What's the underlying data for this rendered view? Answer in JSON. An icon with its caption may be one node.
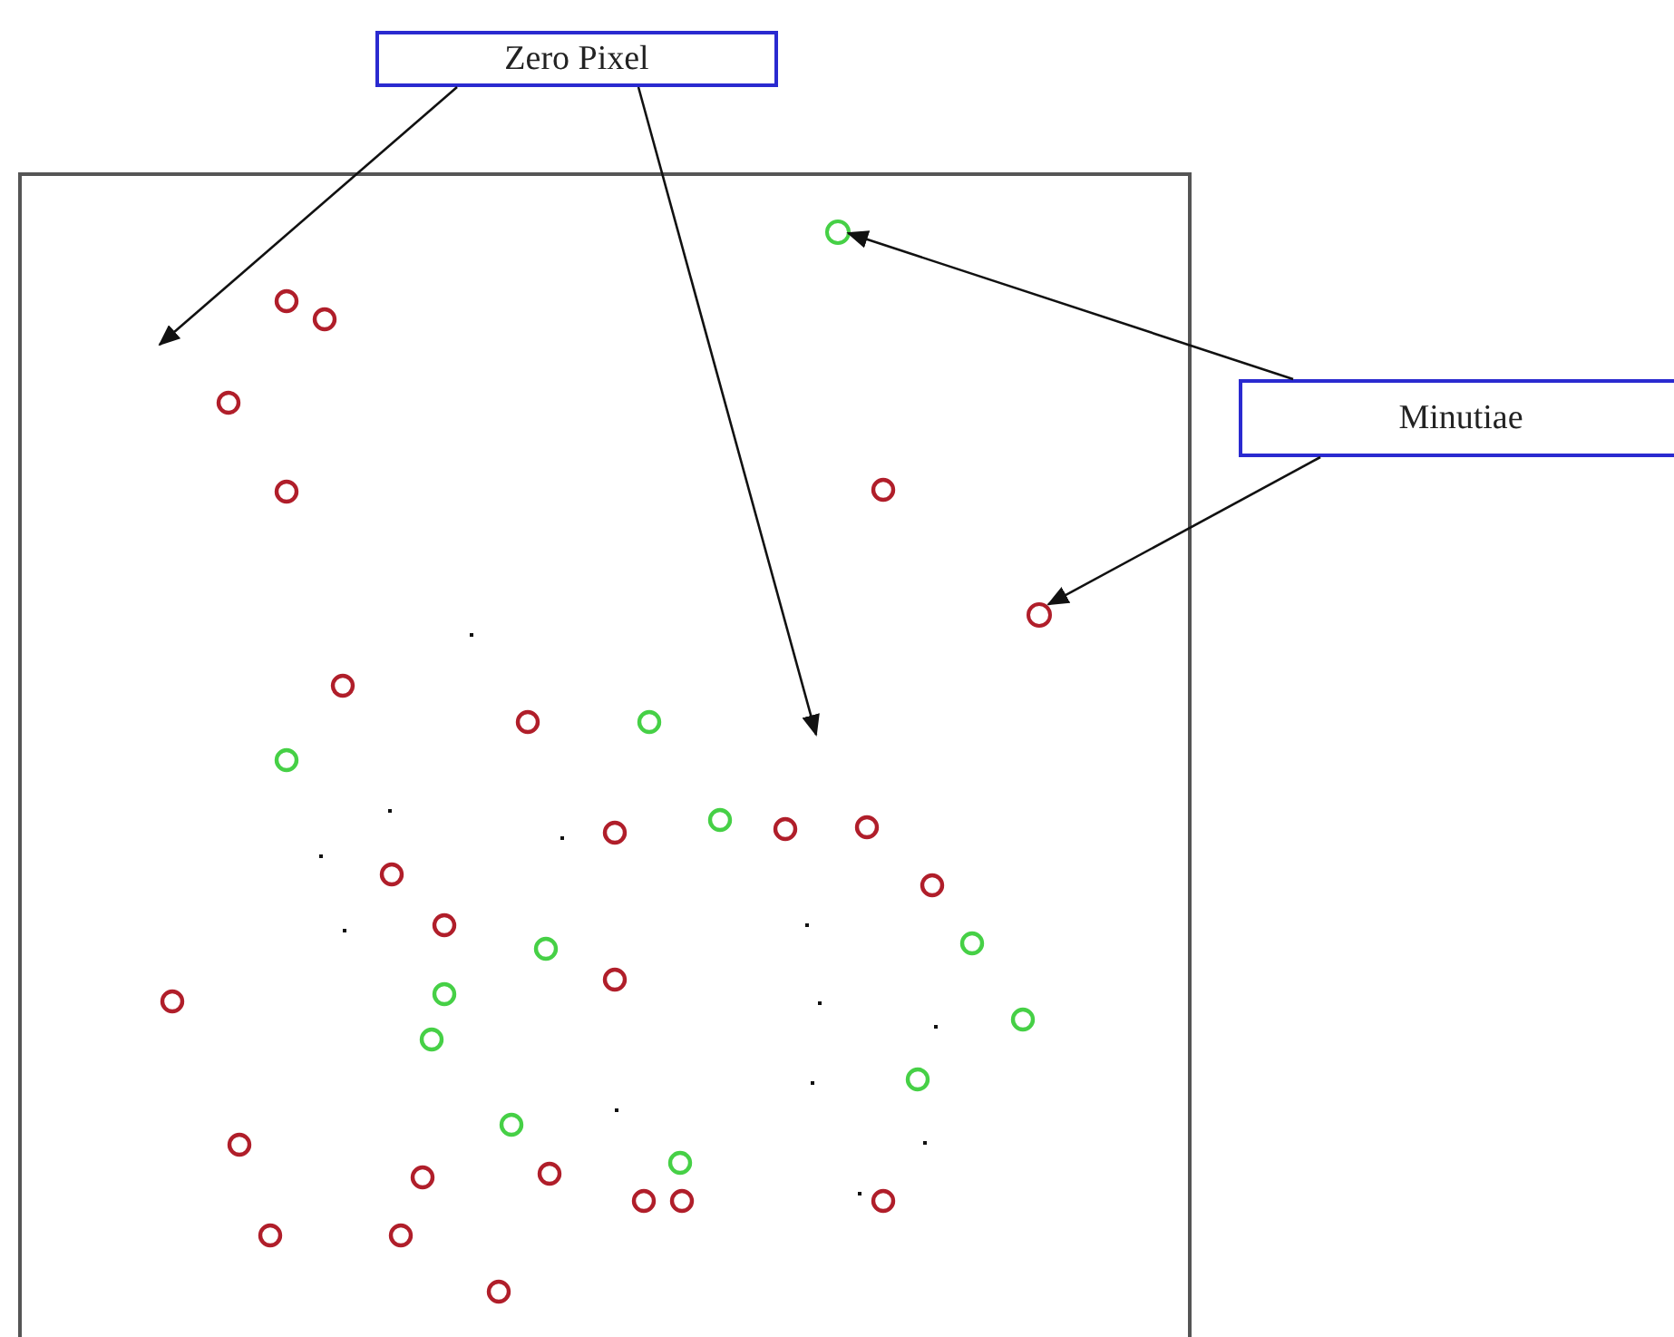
{
  "diagram": {
    "nodes": [
      {
        "text": [
          "Zero Pixel"
        ]
      },
      {
        "text": [
          "Minutiae"
        ]
      },
      {
        "text": [],
        "shape": "box"
      },
      {
        "text": [],
        "shape": "circle",
        "in": 2
      },
      {
        "text": [],
        "shape": "circle",
        "in": 2
      }
    ],
    "edges": [
      {
        "from": 0,
        "to": null,
        "arrow": "to"
      },
      {
        "from": 0,
        "to": null,
        "arrow": "to"
      },
      {
        "from": 1,
        "to": 3,
        "arrow": "to"
      },
      {
        "from": 1,
        "to": 4,
        "arrow": "to"
      }
    ]
  }
}
